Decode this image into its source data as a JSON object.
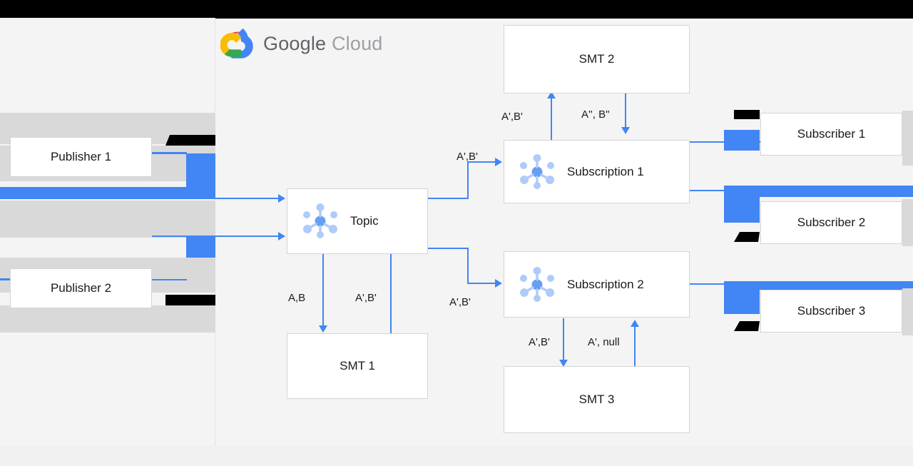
{
  "page": {
    "title": "Google Cloud Pub/Sub Single Message Transforms diagram",
    "background_color": "#f1f1f1",
    "canvas_color": "#f4f4f4",
    "accent_color": "#4285f4",
    "topbar_color": "#000000",
    "node_border_color": "#d4d4d4",
    "text_color": "#1a1a1a"
  },
  "brand": {
    "logo_icon": "google-cloud-logo-icon",
    "word_google": "Google",
    "word_cloud": "Cloud",
    "colors": {
      "red": "#ea4335",
      "yellow": "#fbbc04",
      "green": "#34a853",
      "blue": "#4285f4",
      "word": "#5f6368",
      "word_light": "#9aa0a6"
    }
  },
  "nodes": {
    "publisher_1": {
      "label": "Publisher 1",
      "icon": null
    },
    "publisher_2": {
      "label": "Publisher 2",
      "icon": null
    },
    "topic": {
      "label": "Topic",
      "icon": "pubsub-topic-icon"
    },
    "smt_1": {
      "label": "SMT 1",
      "icon": null
    },
    "smt_2": {
      "label": "SMT 2",
      "icon": null
    },
    "smt_3": {
      "label": "SMT 3",
      "icon": null
    },
    "subscription_1": {
      "label": "Subscription 1",
      "icon": "pubsub-subscription-icon"
    },
    "subscription_2": {
      "label": "Subscription 2",
      "icon": "pubsub-subscription-icon"
    },
    "subscriber_1": {
      "label": "Subscriber 1",
      "icon": null
    },
    "subscriber_2": {
      "label": "Subscriber 2",
      "icon": null
    },
    "subscriber_3": {
      "label": "Subscriber 3",
      "icon": null
    }
  },
  "edge_labels": {
    "topic_to_subscription_1": "A',B'",
    "topic_to_smt_1": "A,B",
    "smt_1_to_topic": "A',B'",
    "topic_to_subscription_2": "A',B'",
    "subscription_1_to_smt_2": "A',B'",
    "smt_2_to_subscription_1": "A'', B''",
    "subscription_2_to_smt_3": "A',B'",
    "smt_3_to_subscription_2": "A', null"
  }
}
